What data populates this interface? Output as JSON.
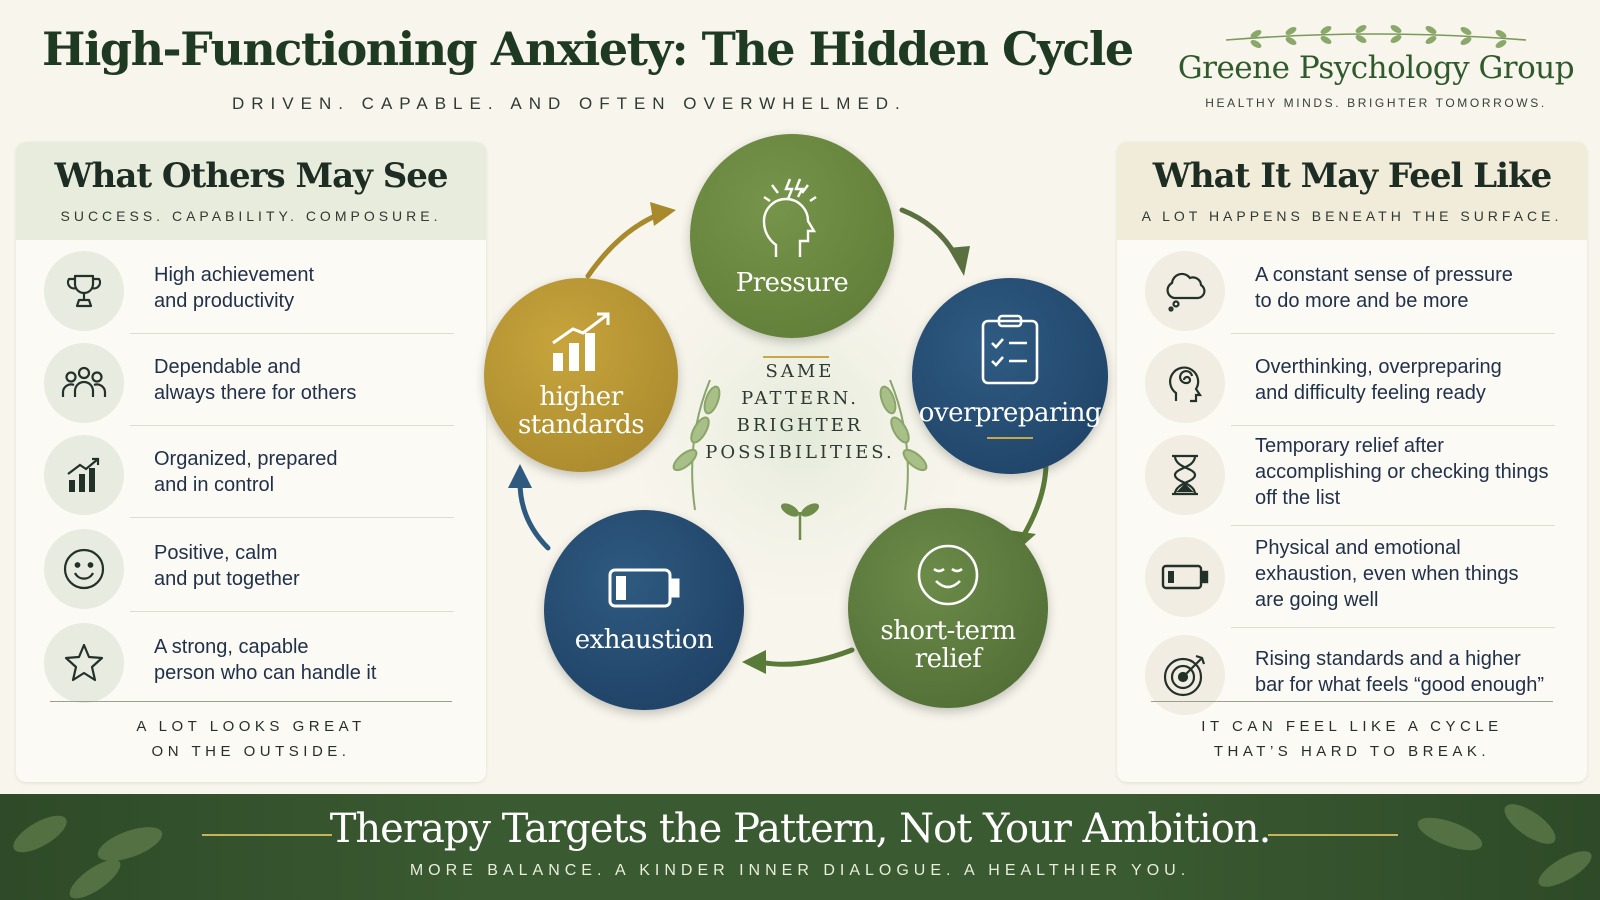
{
  "header": {
    "title": "High-Functioning Anxiety: The Hidden Cycle",
    "subtitle": "DRIVEN. CAPABLE. AND OFTEN OVERWHELMED."
  },
  "brand": {
    "name": "Greene Psychology Group",
    "tagline": "HEALTHY MINDS. BRIGHTER TOMORROWS."
  },
  "left_panel": {
    "title": "What Others May See",
    "subtitle": "SUCCESS. CAPABILITY. COMPOSURE.",
    "items": [
      {
        "icon": "trophy-icon",
        "line1": "High achievement",
        "line2": "and productivity"
      },
      {
        "icon": "people-icon",
        "line1": "Dependable and",
        "line2": "always there for others"
      },
      {
        "icon": "bar-chart-icon",
        "line1": "Organized, prepared",
        "line2": "and in control"
      },
      {
        "icon": "smiley-icon",
        "line1": "Positive, calm",
        "line2": "and put together"
      },
      {
        "icon": "star-icon",
        "line1": "A strong, capable",
        "line2": "person who can handle it"
      }
    ],
    "footer_line1": "A LOT LOOKS GREAT",
    "footer_line2": "ON THE OUTSIDE."
  },
  "right_panel": {
    "title": "What It May Feel Like",
    "subtitle": "A LOT HAPPENS BENEATH THE SURFACE.",
    "items": [
      {
        "icon": "thought-cloud-icon",
        "line1": "A constant sense of pressure",
        "line2": "to do more and be more",
        "line3": ""
      },
      {
        "icon": "spiral-head-icon",
        "line1": "Overthinking, overpreparing",
        "line2": "and difficulty feeling ready",
        "line3": ""
      },
      {
        "icon": "hourglass-icon",
        "line1": "Temporary relief after",
        "line2": "accomplishing or checking things",
        "line3": "off the list"
      },
      {
        "icon": "low-battery-icon",
        "line1": "Physical and emotional",
        "line2": "exhaustion, even when things",
        "line3": "are going well"
      },
      {
        "icon": "target-icon",
        "line1": "Rising standards and a higher",
        "line2": "bar for what feels “good enough”",
        "line3": ""
      }
    ],
    "footer_line1": "IT CAN FEEL LIKE A CYCLE",
    "footer_line2": "THAT’S HARD TO BREAK."
  },
  "cycle": {
    "nodes": {
      "pressure": {
        "label": "Pressure",
        "icon": "stressed-head-icon",
        "color": "#5d7a35"
      },
      "overpreparing": {
        "label": "overpreparing",
        "icon": "clipboard-checklist-icon",
        "color": "#1d3f63"
      },
      "relief": {
        "line1": "short-term",
        "line2": "relief",
        "icon": "calm-face-icon",
        "color": "#4c6a33"
      },
      "exhaustion": {
        "label": "exhaustion",
        "icon": "low-battery-icon",
        "color": "#1c3c60"
      },
      "standards": {
        "line1": "higher",
        "line2": "standards",
        "icon": "rising-bars-icon",
        "color": "#a4852b"
      }
    },
    "center": {
      "line1": "SAME",
      "line2": "PATTERN.",
      "line3": "BRIGHTER",
      "line4": "POSSIBILITIES."
    }
  },
  "banner": {
    "title": "Therapy Targets the Pattern, Not Your Ambition.",
    "subtitle": "MORE BALANCE. A KINDER INNER DIALOGUE. A HEALTHIER YOU."
  },
  "colors": {
    "title_green": "#1f3a22",
    "brand_green": "#2f5a2b",
    "gold_accent": "#c9a646",
    "banner_green": "#3a5a31",
    "navy": "#1d3f63"
  }
}
